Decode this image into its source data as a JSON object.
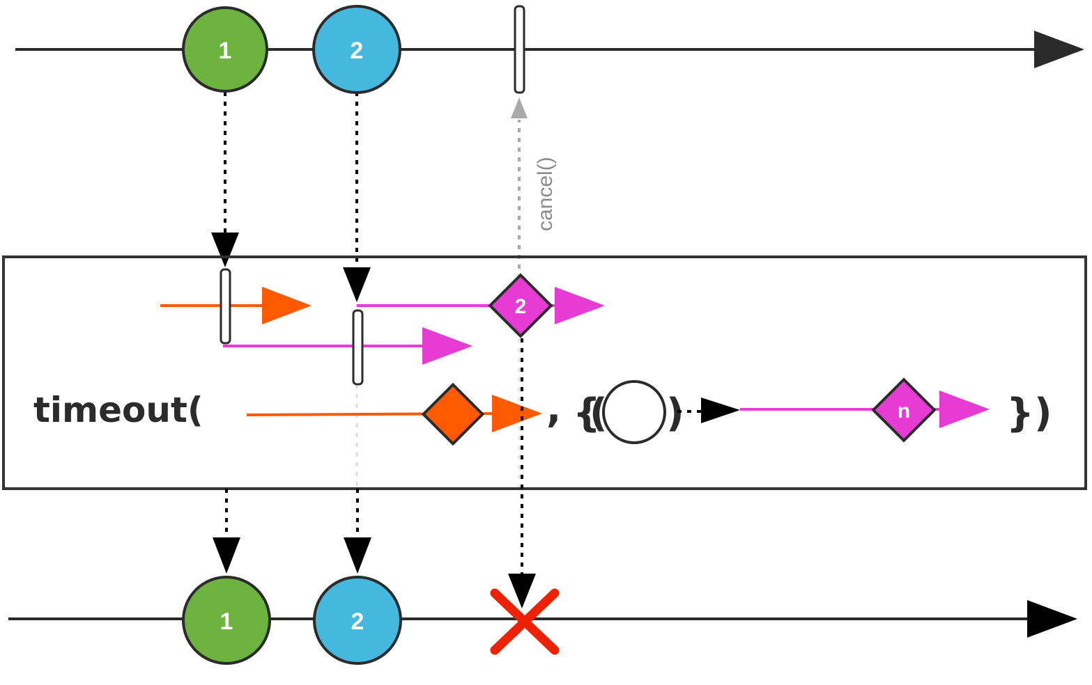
{
  "colors": {
    "line": "#2b2b2b",
    "marble_green": "#6cb33f",
    "marble_blue": "#45b8de",
    "orange": "#ff5a00",
    "magenta": "#e63cd3",
    "cancel_gray": "#a9a9a9",
    "error_red": "#ee2200",
    "box_stroke": "#333333"
  },
  "source": {
    "marbles": [
      {
        "label": "1",
        "color": "green"
      },
      {
        "label": "2",
        "color": "blue"
      }
    ]
  },
  "operator": {
    "name": "timeout(",
    "comma": ",",
    "open_brace": "{",
    "open_paren": "(",
    "close_paren": ")",
    "close_brace": "}",
    "close_call": ")",
    "timer_1_item": "2",
    "fallback_item": "n"
  },
  "cancel": {
    "label": "cancel()"
  },
  "output": {
    "marbles": [
      {
        "label": "1",
        "color": "green"
      },
      {
        "label": "2",
        "color": "blue"
      }
    ],
    "terminal": "error"
  }
}
